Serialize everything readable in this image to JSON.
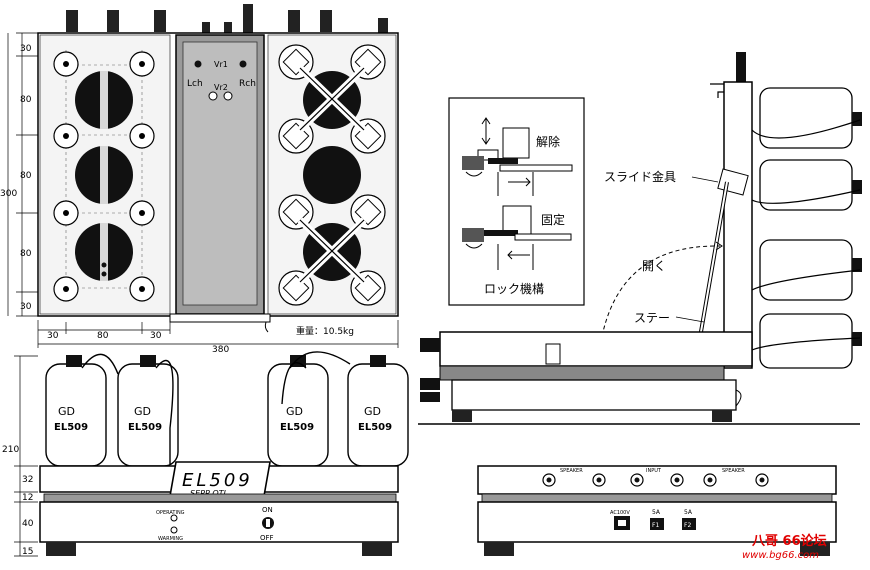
{
  "top_view": {
    "dims_left": [
      "30",
      "80",
      "80",
      "80",
      "30"
    ],
    "dim_total_height": "300",
    "dims_bottom": [
      "30",
      "80",
      "30"
    ],
    "dim_total_width": "380",
    "vr1": "Vr1",
    "vr2": "Vr2",
    "lch": "Lch",
    "rch": "Rch",
    "weight": "重量：10.5kg"
  },
  "side_view": {
    "slide_bracket": "スライド金具",
    "open": "開く",
    "stay": "ステー",
    "inset": {
      "release": "解除",
      "fix": "固定",
      "lock_mechanism": "ロック機構"
    }
  },
  "front_view": {
    "dims_left": [
      "210",
      "32",
      "12",
      "40",
      "15"
    ],
    "tubes": [
      {
        "brand": "GD",
        "model": "EL509"
      },
      {
        "brand": "GD",
        "model": "EL509"
      },
      {
        "brand": "GD",
        "model": "EL509"
      },
      {
        "brand": "GD",
        "model": "EL509"
      }
    ],
    "logo": "EL509",
    "subtitle": "SEPP OTL",
    "operating": "OPERATING",
    "warming": "WARMING",
    "on": "ON",
    "off": "OFF"
  },
  "rear_view": {
    "speaker_left": "SPEAKER",
    "input": "INPUT",
    "speaker_right": "SPEAKER",
    "ac": "AC100V",
    "fuse1": "5A",
    "fuse2": "5A",
    "f1": "F1",
    "f2": "F2"
  },
  "watermark": {
    "line1": "八哥 66论坛",
    "line2": "www.bg66.com"
  }
}
